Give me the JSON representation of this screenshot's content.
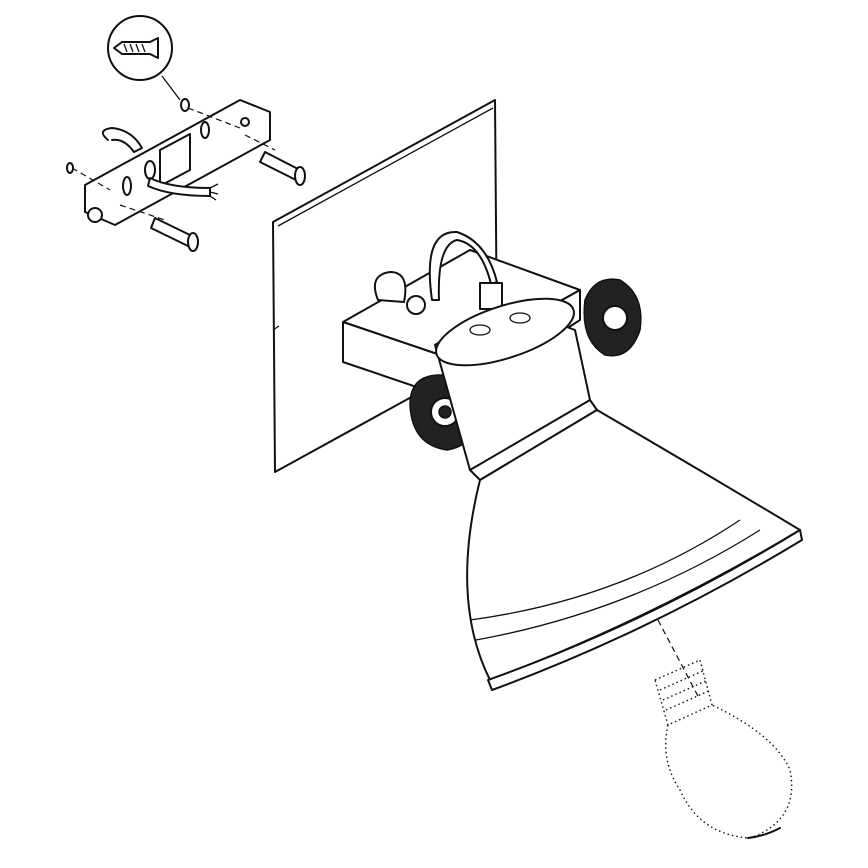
{
  "diagram": {
    "kind": "assembly-instructions",
    "line_color": "#111111",
    "background": "#ffffff",
    "parts": [
      "wall-plug-detail",
      "mounting-bracket",
      "screws",
      "wall-plate",
      "lamp-mount-bracket",
      "adjustment-knobs",
      "lamp-shade",
      "light-bulb"
    ]
  }
}
